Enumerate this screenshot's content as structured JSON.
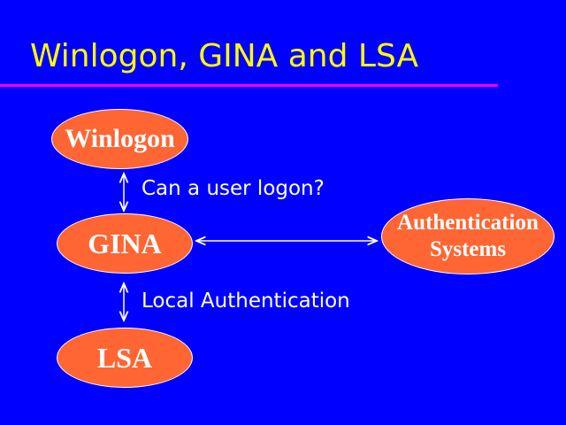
{
  "title": "Winlogon, GINA and LSA",
  "nodes": {
    "winlogon": "Winlogon",
    "gina": "GINA",
    "lsa": "LSA",
    "auth": "Authentication Systems"
  },
  "edges": {
    "winlogon_gina": "Can a user logon?",
    "gina_lsa": "Local Authentication"
  },
  "colors": {
    "background": "#0000ff",
    "title": "#ffff00",
    "rule": "#ff00ff",
    "node": "#ff6633"
  }
}
